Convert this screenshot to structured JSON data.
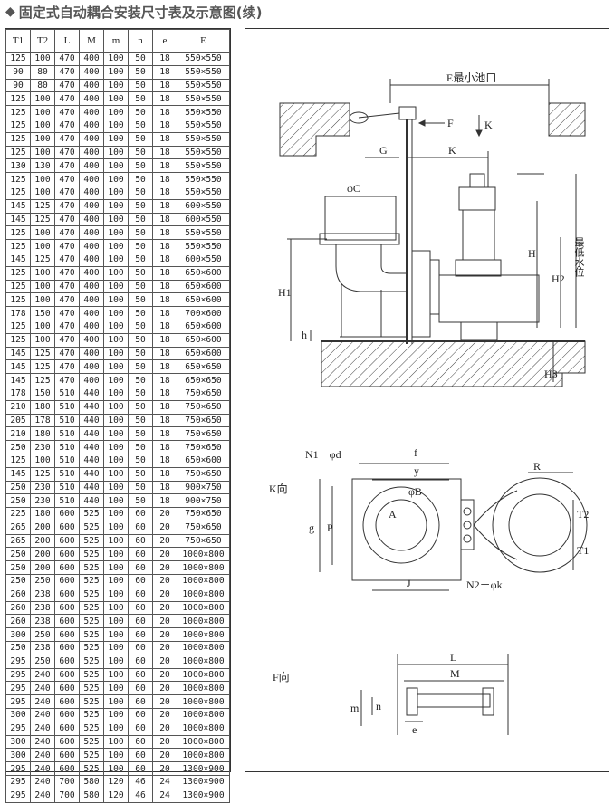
{
  "title": "固定式自动耦合安装尺寸表及示意图(续)",
  "table": {
    "headers": [
      "T1",
      "T2",
      "L",
      "M",
      "m",
      "n",
      "e",
      "E"
    ],
    "rows": [
      [
        "125",
        "100",
        "470",
        "400",
        "100",
        "50",
        "18",
        "550×550"
      ],
      [
        "90",
        "80",
        "470",
        "400",
        "100",
        "50",
        "18",
        "550×550"
      ],
      [
        "90",
        "80",
        "470",
        "400",
        "100",
        "50",
        "18",
        "550×550"
      ],
      [
        "125",
        "100",
        "470",
        "400",
        "100",
        "50",
        "18",
        "550×550"
      ],
      [
        "125",
        "100",
        "470",
        "400",
        "100",
        "50",
        "18",
        "550×550"
      ],
      [
        "125",
        "100",
        "470",
        "400",
        "100",
        "50",
        "18",
        "550×550"
      ],
      [
        "125",
        "100",
        "470",
        "400",
        "100",
        "50",
        "18",
        "550×550"
      ],
      [
        "125",
        "100",
        "470",
        "400",
        "100",
        "50",
        "18",
        "550×550"
      ],
      [
        "130",
        "130",
        "470",
        "400",
        "100",
        "50",
        "18",
        "550×550"
      ],
      [
        "125",
        "100",
        "470",
        "400",
        "100",
        "50",
        "18",
        "550×550"
      ],
      [
        "125",
        "100",
        "470",
        "400",
        "100",
        "50",
        "18",
        "550×550"
      ],
      [
        "145",
        "125",
        "470",
        "400",
        "100",
        "50",
        "18",
        "600×550"
      ],
      [
        "145",
        "125",
        "470",
        "400",
        "100",
        "50",
        "18",
        "600×550"
      ],
      [
        "125",
        "100",
        "470",
        "400",
        "100",
        "50",
        "18",
        "550×550"
      ],
      [
        "125",
        "100",
        "470",
        "400",
        "100",
        "50",
        "18",
        "550×550"
      ],
      [
        "145",
        "125",
        "470",
        "400",
        "100",
        "50",
        "18",
        "600×550"
      ],
      [
        "125",
        "100",
        "470",
        "400",
        "100",
        "50",
        "18",
        "650×600"
      ],
      [
        "125",
        "100",
        "470",
        "400",
        "100",
        "50",
        "18",
        "650×600"
      ],
      [
        "125",
        "100",
        "470",
        "400",
        "100",
        "50",
        "18",
        "650×600"
      ],
      [
        "178",
        "150",
        "470",
        "400",
        "100",
        "50",
        "18",
        "700×600"
      ],
      [
        "125",
        "100",
        "470",
        "400",
        "100",
        "50",
        "18",
        "650×600"
      ],
      [
        "125",
        "100",
        "470",
        "400",
        "100",
        "50",
        "18",
        "650×600"
      ],
      [
        "145",
        "125",
        "470",
        "400",
        "100",
        "50",
        "18",
        "650×600"
      ],
      [
        "145",
        "125",
        "470",
        "400",
        "100",
        "50",
        "18",
        "650×650"
      ],
      [
        "145",
        "125",
        "470",
        "400",
        "100",
        "50",
        "18",
        "650×650"
      ],
      [
        "178",
        "150",
        "510",
        "440",
        "100",
        "50",
        "18",
        "750×650"
      ],
      [
        "210",
        "180",
        "510",
        "440",
        "100",
        "50",
        "18",
        "750×650"
      ],
      [
        "205",
        "178",
        "510",
        "440",
        "100",
        "50",
        "18",
        "750×650"
      ],
      [
        "210",
        "180",
        "510",
        "440",
        "100",
        "50",
        "18",
        "750×650"
      ],
      [
        "250",
        "230",
        "510",
        "440",
        "100",
        "50",
        "18",
        "750×650"
      ],
      [
        "125",
        "100",
        "510",
        "440",
        "100",
        "50",
        "18",
        "650×600"
      ],
      [
        "145",
        "125",
        "510",
        "440",
        "100",
        "50",
        "18",
        "750×650"
      ],
      [
        "250",
        "230",
        "510",
        "440",
        "100",
        "50",
        "18",
        "900×750"
      ],
      [
        "250",
        "230",
        "510",
        "440",
        "100",
        "50",
        "18",
        "900×750"
      ],
      [
        "225",
        "180",
        "600",
        "525",
        "100",
        "60",
        "20",
        "750×650"
      ],
      [
        "265",
        "200",
        "600",
        "525",
        "100",
        "60",
        "20",
        "750×650"
      ],
      [
        "265",
        "200",
        "600",
        "525",
        "100",
        "60",
        "20",
        "750×650"
      ],
      [
        "250",
        "200",
        "600",
        "525",
        "100",
        "60",
        "20",
        "1000×800"
      ],
      [
        "250",
        "200",
        "600",
        "525",
        "100",
        "60",
        "20",
        "1000×800"
      ],
      [
        "250",
        "250",
        "600",
        "525",
        "100",
        "60",
        "20",
        "1000×800"
      ],
      [
        "260",
        "238",
        "600",
        "525",
        "100",
        "60",
        "20",
        "1000×800"
      ],
      [
        "260",
        "238",
        "600",
        "525",
        "100",
        "60",
        "20",
        "1000×800"
      ],
      [
        "260",
        "238",
        "600",
        "525",
        "100",
        "60",
        "20",
        "1000×800"
      ],
      [
        "300",
        "250",
        "600",
        "525",
        "100",
        "60",
        "20",
        "1000×800"
      ],
      [
        "250",
        "238",
        "600",
        "525",
        "100",
        "60",
        "20",
        "1000×800"
      ],
      [
        "295",
        "250",
        "600",
        "525",
        "100",
        "60",
        "20",
        "1000×800"
      ],
      [
        "295",
        "240",
        "600",
        "525",
        "100",
        "60",
        "20",
        "1000×800"
      ],
      [
        "295",
        "240",
        "600",
        "525",
        "100",
        "60",
        "20",
        "1000×800"
      ],
      [
        "295",
        "240",
        "600",
        "525",
        "100",
        "60",
        "20",
        "1000×800"
      ],
      [
        "300",
        "240",
        "600",
        "525",
        "100",
        "60",
        "20",
        "1000×800"
      ],
      [
        "295",
        "240",
        "600",
        "525",
        "100",
        "60",
        "20",
        "1000×800"
      ],
      [
        "300",
        "240",
        "600",
        "525",
        "100",
        "60",
        "20",
        "1000×800"
      ],
      [
        "300",
        "240",
        "600",
        "525",
        "100",
        "60",
        "20",
        "1000×800"
      ],
      [
        "295",
        "240",
        "600",
        "525",
        "100",
        "60",
        "20",
        "1300×900"
      ],
      [
        "295",
        "240",
        "700",
        "580",
        "120",
        "46",
        "24",
        "1300×900"
      ],
      [
        "295",
        "240",
        "700",
        "580",
        "120",
        "46",
        "24",
        "1300×900"
      ]
    ]
  },
  "drawing": {
    "labels": {
      "e_min": "E最小池口",
      "f": "F",
      "k": "K",
      "g": "G",
      "k2": "K",
      "phi_c": "φC",
      "h1": "H1",
      "h": "h",
      "h_big": "H",
      "h2": "H2",
      "h3": "H3",
      "min_water": "最低水位",
      "k_view": "K向",
      "n1_phi_d": "N1－φd",
      "f_small": "f",
      "y": "y",
      "phi_b": "φB",
      "a": "A",
      "g_small": "g",
      "p": "P",
      "j": "J",
      "n2_phi_k": "N2－φk",
      "r": "R",
      "t2": "T2",
      "t1": "T1",
      "f_view": "F向",
      "l": "L",
      "m_big": "M",
      "m_small": "m",
      "n": "n",
      "e": "e"
    }
  }
}
